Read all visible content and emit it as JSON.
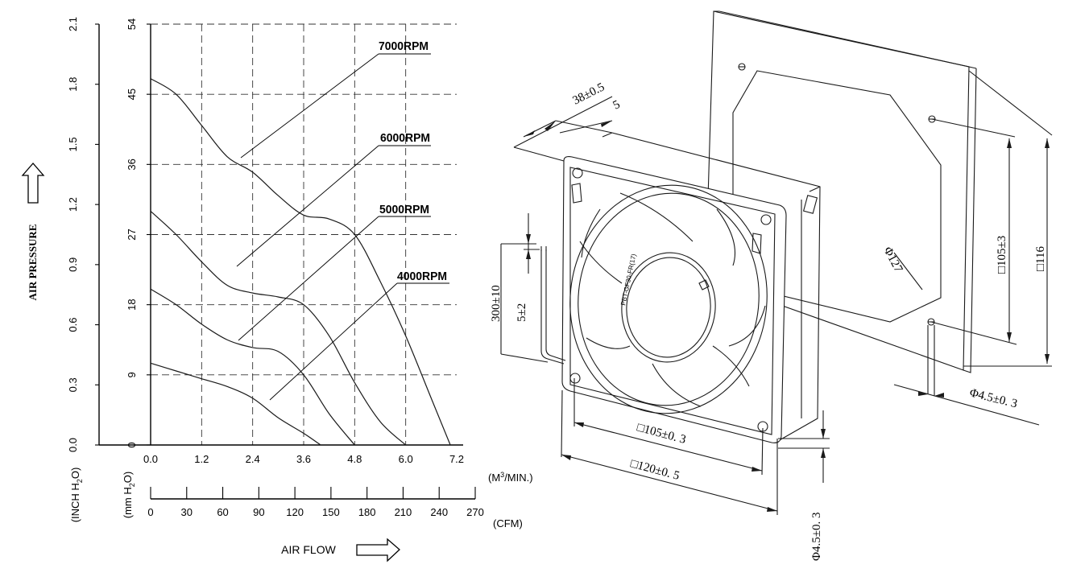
{
  "chart_data": {
    "type": "line",
    "title": "",
    "xlabel": "AIR FLOW",
    "ylabel": "AIR PRESSURE",
    "x_axis_primary": {
      "unit": "(M³/MIN.)",
      "unit_parts": {
        "base": "(M",
        "sup": "3",
        "rest": "/MIN.)"
      },
      "ticks": [
        "0.0",
        "1.2",
        "2.4",
        "3.6",
        "4.8",
        "6.0",
        "7.2"
      ],
      "range": [
        0,
        7.2
      ]
    },
    "x_axis_secondary": {
      "unit": "(CFM)",
      "ticks": [
        "0",
        "30",
        "60",
        "90",
        "120",
        "150",
        "180",
        "210",
        "240",
        "270"
      ],
      "range": [
        0,
        270
      ]
    },
    "y_axis_inch": {
      "unit": "(INCH H₂O)",
      "unit_parts": {
        "base": "(INCH H",
        "sub": "2",
        "rest": "O)"
      },
      "ticks": [
        "0.0",
        "0.3",
        "0.6",
        "0.9",
        "1.2",
        "1.5",
        "1.8",
        "2.1"
      ],
      "range": [
        0,
        2.1
      ]
    },
    "y_axis_mm": {
      "unit": "(mm H₂O)",
      "unit_parts": {
        "base": "(mm H",
        "sub": "2",
        "rest": "O)"
      },
      "ticks": [
        "0",
        "9",
        "18",
        "27",
        "36",
        "45",
        "54"
      ],
      "range": [
        0,
        54
      ]
    },
    "grid": true,
    "series": [
      {
        "name": "7000RPM",
        "x": [
          0,
          0.6,
          1.2,
          1.8,
          2.4,
          3.0,
          3.6,
          4.2,
          4.8,
          5.4,
          6.0,
          6.6,
          7.05
        ],
        "y": [
          47,
          45,
          41,
          37,
          35,
          32,
          29.5,
          29,
          27,
          21,
          14,
          6,
          0
        ]
      },
      {
        "name": "6000RPM",
        "x": [
          0,
          0.6,
          1.2,
          1.8,
          2.4,
          3.0,
          3.6,
          4.2,
          4.8,
          5.4,
          6.0
        ],
        "y": [
          30,
          27,
          23.5,
          20.5,
          19.5,
          19,
          18,
          14,
          8,
          3,
          0
        ]
      },
      {
        "name": "5000RPM",
        "x": [
          0,
          0.6,
          1.2,
          1.8,
          2.4,
          3.0,
          3.6,
          4.2,
          4.8
        ],
        "y": [
          20,
          18,
          15.5,
          13.5,
          12.5,
          12,
          9,
          4,
          0
        ]
      },
      {
        "name": "4000RPM",
        "x": [
          0,
          0.6,
          1.2,
          1.8,
          2.4,
          3.0,
          3.6,
          4.0
        ],
        "y": [
          10.5,
          9.5,
          8.5,
          7.5,
          6,
          3.5,
          1.5,
          0
        ]
      }
    ],
    "annotations": [
      "7000RPM",
      "6000RPM",
      "5000RPM",
      "4000RPM"
    ]
  },
  "drawing": {
    "dims": {
      "depth": "38±0.5",
      "flange": "5",
      "lead_length": "300±10",
      "strip": "5±2",
      "hole_pitch_side": "□105±0. 3",
      "body_side": "□120±0. 5",
      "mount_hole_front": "Φ4.5±0. 3",
      "mount_hole_side": "Φ4.5±0. 3",
      "cutout_pitch": "□105±3",
      "cutout_size": "□116",
      "cutout_diameter": "Φ127"
    },
    "hub_marking": "PBT-GF30-FR(17)"
  },
  "colors": {
    "line": "#1a1a1a",
    "grid": "#333333",
    "background": "#ffffff"
  },
  "icons": [
    "up-arrow-icon",
    "right-arrow-icon"
  ]
}
